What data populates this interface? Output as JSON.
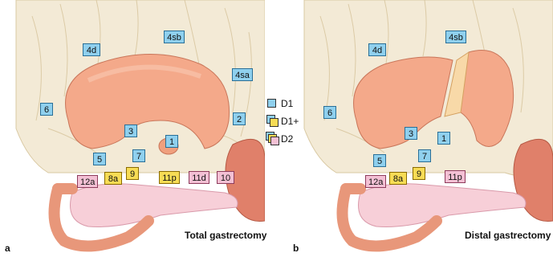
{
  "panels": {
    "a": {
      "letter": "a",
      "caption": "Total gastrectomy",
      "nodes": {
        "n4sb": "4sb",
        "n4d": "4d",
        "n4sa": "4sa",
        "n6": "6",
        "n2": "2",
        "n3": "3",
        "n1": "1",
        "n5": "5",
        "n7": "7",
        "n12a": "12a",
        "n8a": "8a",
        "n9": "9",
        "n11p": "11p",
        "n11d": "11d",
        "n10": "10"
      }
    },
    "b": {
      "letter": "b",
      "caption": "Distal gastrectomy",
      "nodes": {
        "n4sb": "4sb",
        "n4d": "4d",
        "n6": "6",
        "n3": "3",
        "n1": "1",
        "n5": "5",
        "n7": "7",
        "n12a": "12a",
        "n8a": "8a",
        "n9": "9",
        "n11p": "11p"
      }
    }
  },
  "legend": {
    "d1": "D1",
    "d1plus": "D1+",
    "d2": "D2"
  },
  "colors": {
    "d1": "#8fd0ee",
    "d1plus": "#f7dc55",
    "d2": "#f3c0d4",
    "stomach": "#f4a98a",
    "omentum": "#f3ead6",
    "pancreas": "#f7cfd8",
    "spleen": "#e0806a"
  }
}
